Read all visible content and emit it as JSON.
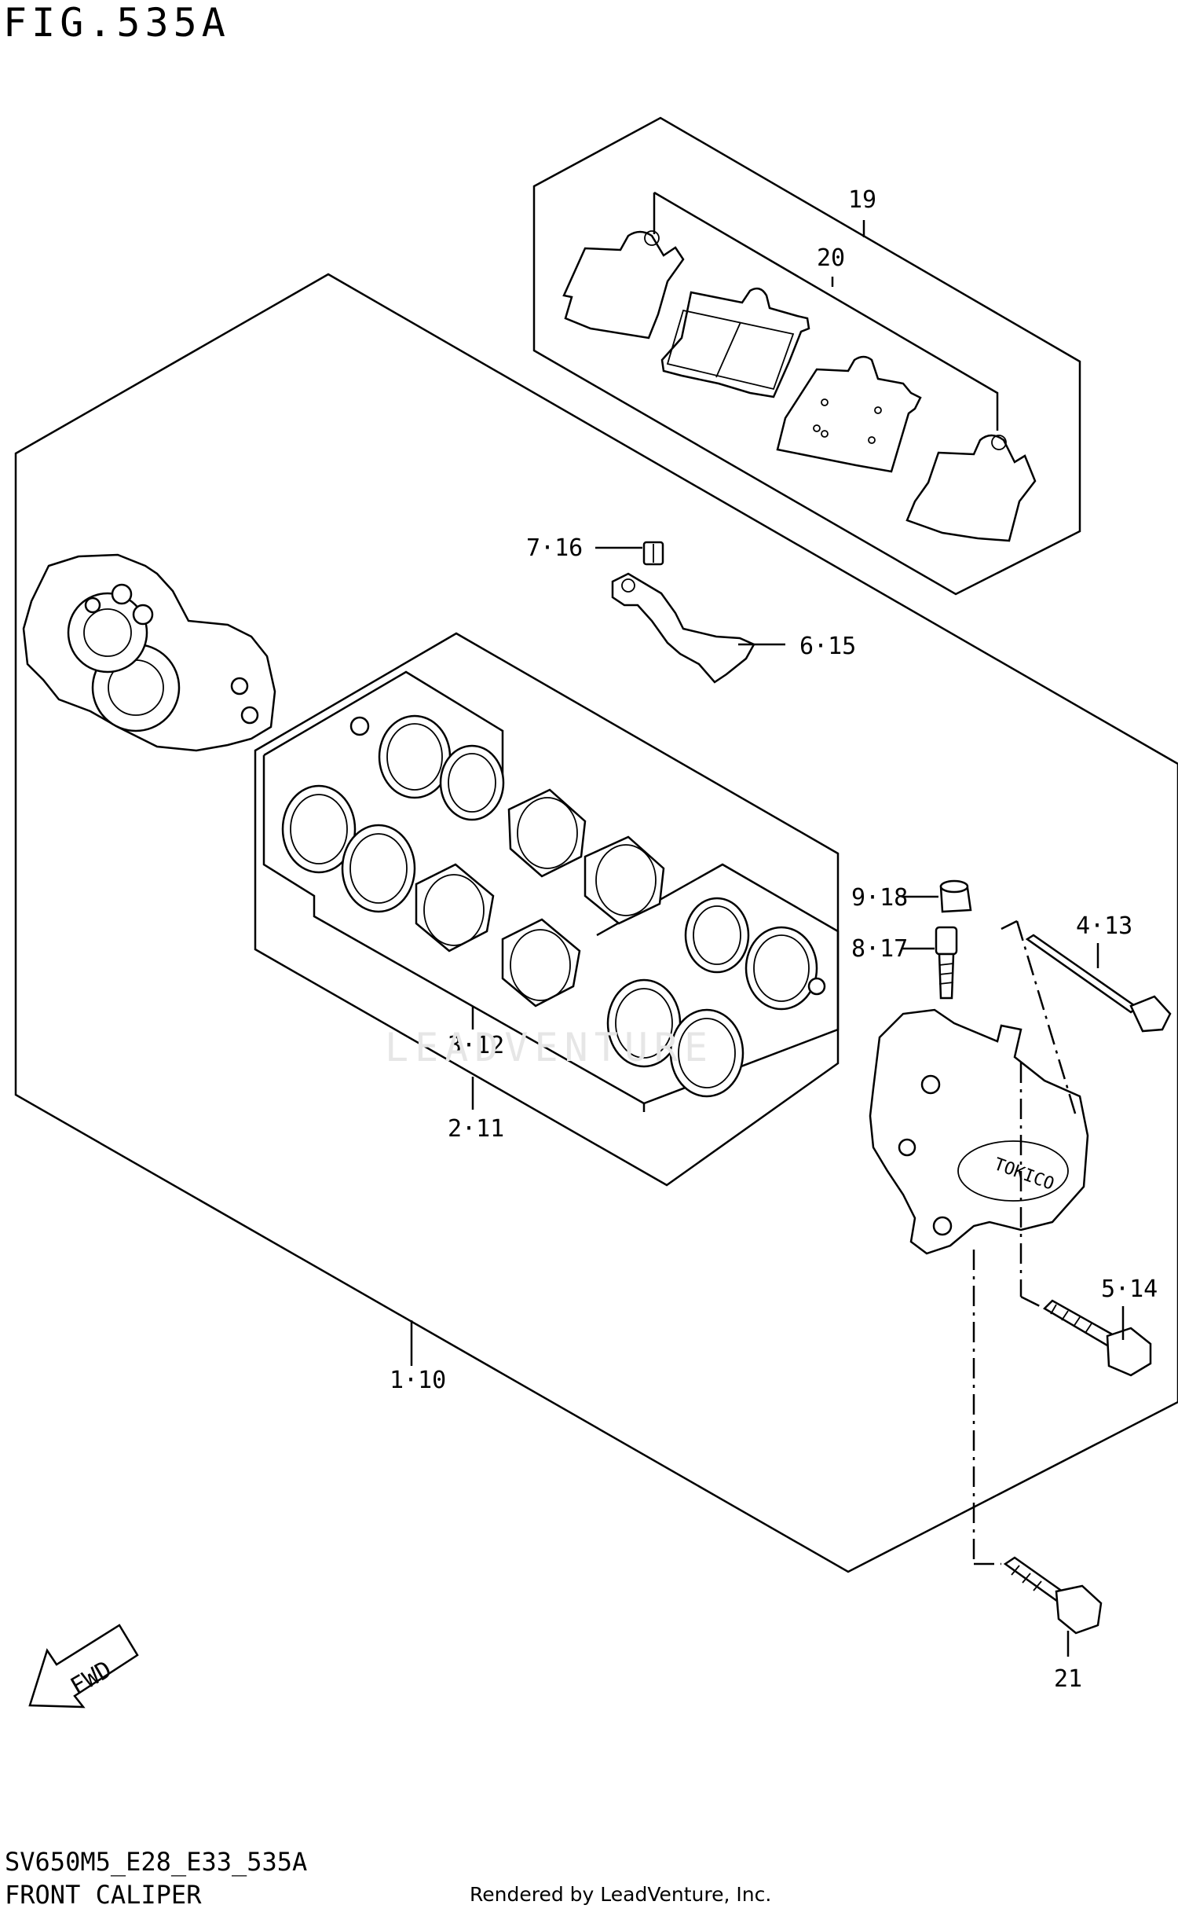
{
  "header": {
    "figure_title": "FIG.535A"
  },
  "footer": {
    "model_code": "SV650M5_E28_E33_535A",
    "caption": "FRONT CALIPER",
    "credit": "Rendered by LeadVenture, Inc."
  },
  "watermark": "LEADVENTURE",
  "callouts": {
    "c19": "19",
    "c20": "20",
    "c7_16": "7·16",
    "c6_15": "6·15",
    "c9_18": "9·18",
    "c8_17": "8·17",
    "c4_13": "4·13",
    "c3_12": "3·12",
    "c2_11": "2·11",
    "c5_14": "5·14",
    "c1_10": "1·10",
    "c21": "21"
  },
  "caliper_marking": "TOKICO",
  "fwd_arrow_label": "FWD"
}
